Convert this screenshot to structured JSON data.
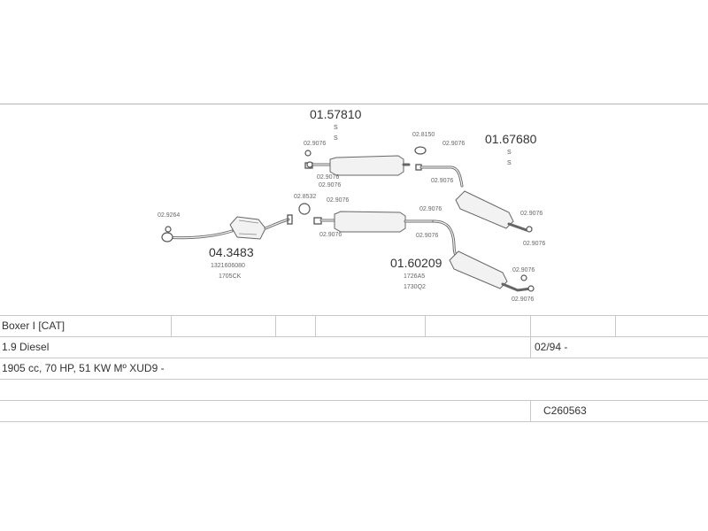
{
  "diagram": {
    "part_numbers": {
      "rear_silencer_top": "01.57810",
      "rear_silencer_bottom": "01.60209",
      "tail_silencer_top": "01.67680",
      "catalyst": "04.3483"
    },
    "marks": {
      "s1": "S",
      "s2": "S",
      "s3": "S",
      "s4": "S"
    },
    "small_codes": {
      "c1": "02.9076",
      "c2": "02.9076",
      "c3": "02.8150",
      "c4": "02.9076",
      "c5": "02.9076",
      "c6": "02.9076",
      "c7": "02.8532",
      "c8": "02.9076",
      "c9": "02.9264",
      "c10": "02.9076",
      "c11": "02.9076",
      "c12": "02.9076",
      "c13": "02.9076",
      "c14": "02.9076",
      "c15": "02.9076",
      "c16": "02.9076"
    },
    "oe_refs": {
      "catalyst_1": "1321606080",
      "catalyst_2": "1705CK",
      "silencer_1": "1726A5",
      "silencer_2": "1730Q2"
    }
  },
  "table": {
    "row1": {
      "model": "Boxer I [CAT]"
    },
    "row2": {
      "engine": "1.9 Diesel",
      "date": "02/94 -"
    },
    "row3": {
      "spec": "1905 cc, 70 HP, 51 KW Mº XUD9 -"
    },
    "row4": {},
    "row5": {
      "reference": "C260563"
    }
  }
}
